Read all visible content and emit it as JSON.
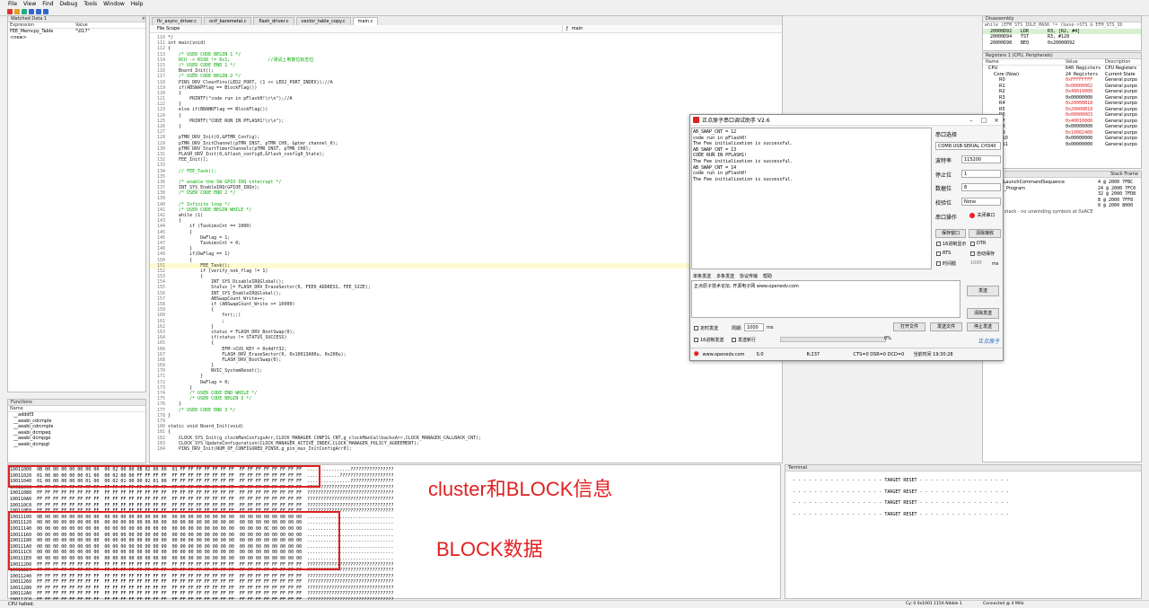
{
  "menu": [
    "File",
    "View",
    "Find",
    "Debug",
    "Tools",
    "Window",
    "Help"
  ],
  "watched": {
    "title": "Watched Data 1",
    "col_expression": "Expression",
    "col_value": "Value",
    "rows": [
      {
        "expr": "FEE_Memcpy_Table",
        "value": "\"\\017\""
      },
      {
        "expr": "<new>",
        "value": ""
      }
    ]
  },
  "functions": {
    "title": "Functions",
    "col_name": "Name",
    "items": [
      "__adddf3",
      "__aeabi_cdcmple",
      "__aeabi_cdrcmple",
      "__aeabi_dcmpeq",
      "__aeabi_dcmpge",
      "__aeabi_dcmpgt"
    ]
  },
  "tabs": [
    "flc_async_driver.c",
    "ocif_baremetal.c",
    "flash_driver.c",
    "vector_table_copy.c",
    "main.c"
  ],
  "scope": {
    "left": "File Scope",
    "right": "main"
  },
  "code": [
    {
      "n": "110",
      "t": "*/",
      "c": false
    },
    {
      "n": "111",
      "t": "int main(void)",
      "c": false
    },
    {
      "n": "112",
      "t": "{",
      "c": false
    },
    {
      "n": "113",
      "t": "    /* USER CODE BEGIN 1 */",
      "c": true
    },
    {
      "n": "114",
      "t": "    RCU -> RSSR != 0x1;              //测试上电复位标志位",
      "c": true
    },
    {
      "n": "115",
      "t": "    /* USER CODE END 1 */",
      "c": true
    },
    {
      "n": "116",
      "t": "    Board_Init();",
      "c": false
    },
    {
      "n": "117",
      "t": "    /* USER CODE BEGIN 2 */",
      "c": true
    },
    {
      "n": "118",
      "t": "    PINS_DRV_ClearPins(LED2_PORT, (1 << LED2_PORT_INDEX));//A",
      "c": false
    },
    {
      "n": "119",
      "t": "    if(ABSWAPFlag == BlockFlag())",
      "c": false
    },
    {
      "n": "120",
      "t": "    {",
      "c": false
    },
    {
      "n": "121",
      "t": "        PRINTF(\"code run in pFlash0!\\r\\n\");//A",
      "c": false
    },
    {
      "n": "122",
      "t": "    }",
      "c": false
    },
    {
      "n": "123",
      "t": "    else if(BBANKFlag == BlockFlag())",
      "c": false
    },
    {
      "n": "124",
      "t": "    {",
      "c": false
    },
    {
      "n": "125",
      "t": "        PRINTF(\"CODE RUN IN PFLASH1!\\r\\n\");",
      "c": false
    },
    {
      "n": "126",
      "t": "    }",
      "c": false
    },
    {
      "n": "127",
      "t": "",
      "c": false
    },
    {
      "n": "128",
      "t": "    pTMR_DRV_Init(0,&PTMR_Config);",
      "c": false
    },
    {
      "n": "129",
      "t": "    pTMR_DRV_InitChannel(pTMR_INST, pTMR_CH0, &ptmr_channel_0);",
      "c": false
    },
    {
      "n": "130",
      "t": "    pTMR_DRV_StartTimerChannels(pTMR_INST, pTMR_CH0);",
      "c": false
    },
    {
      "n": "131",
      "t": "    FLASH_DRV_Init(0,&flash_config0,&flash_config0_State);",
      "c": false
    },
    {
      "n": "132",
      "t": "    FEE_Init();",
      "c": false
    },
    {
      "n": "133",
      "t": "",
      "c": false
    },
    {
      "n": "134",
      "t": "    // FEE_Task();",
      "c": true
    },
    {
      "n": "135",
      "t": "",
      "c": false
    },
    {
      "n": "136",
      "t": "    /* enable the SW GPIO IRQ interrupt */",
      "c": true
    },
    {
      "n": "137",
      "t": "    INT_SYS_EnableIRQ(GPIOE_IRQn);",
      "c": false
    },
    {
      "n": "138",
      "t": "    /* USER CODE END 2 */",
      "c": true
    },
    {
      "n": "139",
      "t": "",
      "c": false
    },
    {
      "n": "140",
      "t": "    /* Infinite loop */",
      "c": true
    },
    {
      "n": "141",
      "t": "    /* USER CODE BEGIN WHILE */",
      "c": true
    },
    {
      "n": "142",
      "t": "    while (1)",
      "c": false
    },
    {
      "n": "143",
      "t": "    {",
      "c": false
    },
    {
      "n": "144",
      "t": "        if (TaskimsCnt == 1000)",
      "c": false
    },
    {
      "n": "145",
      "t": "        {",
      "c": false
    },
    {
      "n": "146",
      "t": "            DwFlag = 1;",
      "c": false
    },
    {
      "n": "147",
      "t": "            TaskimsCnt = 0;",
      "c": false
    },
    {
      "n": "148",
      "t": "        }",
      "c": false
    },
    {
      "n": "149",
      "t": "        if(DwFlag == 1)",
      "c": false
    },
    {
      "n": "150",
      "t": "        {",
      "c": false
    },
    {
      "n": "151",
      "t": "            FEE_Task();",
      "c": false,
      "hl": true
    },
    {
      "n": "152",
      "t": "            if (verify_nok_flag != 1)",
      "c": false
    },
    {
      "n": "153",
      "t": "            {",
      "c": false
    },
    {
      "n": "154",
      "t": "                INT_SYS_DisableIRQGlobal();",
      "c": false
    },
    {
      "n": "155",
      "t": "                Status |= FLASH_DRV_EraseSector(0, FEE0_ADDRESS, FEE_SIZE);",
      "c": false
    },
    {
      "n": "156",
      "t": "                INT_SYS_EnableIRQGlobal();",
      "c": false
    },
    {
      "n": "157",
      "t": "                ABSwapCount_Write++;",
      "c": false
    },
    {
      "n": "158",
      "t": "                if (ABSwapCount_Write >= 10000)",
      "c": false
    },
    {
      "n": "159",
      "t": "                {",
      "c": false
    },
    {
      "n": "160",
      "t": "                    for(;;)",
      "c": false
    },
    {
      "n": "161",
      "t": "                    ;",
      "c": false
    },
    {
      "n": "162",
      "t": "                }",
      "c": false
    },
    {
      "n": "163",
      "t": "                status = FLASH_DRV_BootSwap(0);",
      "c": false
    },
    {
      "n": "164",
      "t": "                if(status != STATUS_SUCCESS)",
      "c": false
    },
    {
      "n": "165",
      "t": "                {",
      "c": false
    },
    {
      "n": "166",
      "t": "                    EFM->CUS_KEY = 0x4dff32;",
      "c": false
    },
    {
      "n": "167",
      "t": "                    FLASH_DRV_EraseSector(0, 0x10013A00u, 0x200u);",
      "c": false
    },
    {
      "n": "168",
      "t": "                    FLASH_DRV_BootSwap(0);",
      "c": false
    },
    {
      "n": "169",
      "t": "                }",
      "c": false
    },
    {
      "n": "170",
      "t": "                NVIC_SystemReset();",
      "c": false
    },
    {
      "n": "171",
      "t": "            }",
      "c": false
    },
    {
      "n": "172",
      "t": "            DwFlag = 0;",
      "c": false
    },
    {
      "n": "173",
      "t": "        }",
      "c": false
    },
    {
      "n": "174",
      "t": "        /* USER CODE END WHILE */",
      "c": true
    },
    {
      "n": "175",
      "t": "        /* USER CODE BEGIN 3 */",
      "c": true
    },
    {
      "n": "176",
      "t": "    }",
      "c": false
    },
    {
      "n": "177",
      "t": "    /* USER CODE END 3 */",
      "c": true
    },
    {
      "n": "178",
      "t": "}",
      "c": false
    },
    {
      "n": "179",
      "t": "",
      "c": false
    },
    {
      "n": "180",
      "t": "static void Board_Init(void)",
      "c": false
    },
    {
      "n": "181",
      "t": "{",
      "c": false
    },
    {
      "n": "182",
      "t": "    CLOCK_SYS_Init(g_clockManConfigsArr,CLOCK_MANAGER_CONFIG_CNT,g_clockManCallbacksArr,CLOCK_MANAGER_CALLBACK_CNT);",
      "c": false
    },
    {
      "n": "183",
      "t": "    CLOCK_SYS_UpdateConfiguration(CLOCK_MANAGER_ACTIVE_INDEX,CLOCK_MANAGER_POLICY_AGREEMENT);",
      "c": false
    },
    {
      "n": "184",
      "t": "    PINS_DRV_Init(NUM_OF_CONFIGURED_PINS0,g_pin_mux_InitConfigArr0);",
      "c": false
    }
  ],
  "disasm": {
    "title": "Disassembly",
    "header": "while (EFM_STS_IDLE_MASK != (base->STS & EFM_STS_ID",
    "rows": [
      {
        "addr": "20000D92",
        "op": "LDR",
        "args": "R3, [R2, #4]"
      },
      {
        "addr": "20000D94",
        "op": "TST",
        "args": "R3, #128"
      },
      {
        "addr": "20000D98",
        "op": "BEQ",
        "args": "0x20000D92"
      }
    ]
  },
  "registers": {
    "title": "Registers 1 (CPU, Peripherals)",
    "col_name": "Name",
    "col_value": "Value",
    "col_desc": "Description",
    "rows": [
      {
        "name": "CPU",
        "value": "640 Registers",
        "desc": "CPU Registers",
        "red": false
      },
      {
        "name": "Core (Now)",
        "value": "24 Registers",
        "desc": "Current State",
        "red": false
      },
      {
        "name": "R0",
        "value": "0xFFFFFFFF",
        "desc": "General purpo",
        "red": true
      },
      {
        "name": "R1",
        "value": "0x00000002",
        "desc": "General purpo",
        "red": true
      },
      {
        "name": "R2",
        "value": "0x40010000",
        "desc": "General purpo",
        "red": true
      },
      {
        "name": "R3",
        "value": "0x00000000",
        "desc": "General purpo",
        "red": false
      },
      {
        "name": "R4",
        "value": "0x20000B18",
        "desc": "General purpo",
        "red": true
      },
      {
        "name": "R5",
        "value": "0x20000B18",
        "desc": "General purpo",
        "red": true
      },
      {
        "name": "R6",
        "value": "0x00000003",
        "desc": "General purpo",
        "red": true
      },
      {
        "name": "R7",
        "value": "0x40010000",
        "desc": "General purpo",
        "red": true
      },
      {
        "name": "R8",
        "value": "0x00000000",
        "desc": "General purpo",
        "red": false
      },
      {
        "name": "R9",
        "value": "0x10002400",
        "desc": "General purpo",
        "red": true
      },
      {
        "name": "R10",
        "value": "0x00000000",
        "desc": "General purpo",
        "red": false
      },
      {
        "name": "R11",
        "value": "0x00000000",
        "desc": "General purpo",
        "red": false
      }
    ]
  },
  "callstack": {
    "col_stack": "Stack Frame",
    "rows": [
      {
        "fn": "_LaunchCommandSequence",
        "v": "4 @ 2000 7FBC"
      },
      {
        "fn": "V_Program",
        "v": "24 @ 2000 7FC0"
      },
      {
        "fn": "",
        "v": "32 @ 2000 7FD8"
      },
      {
        "fn": "",
        "v": "8 @ 2000 7FF8"
      },
      {
        "fn": "",
        "v": "0 @ 2000 8000"
      }
    ],
    "note": "stack - no unwinding symbols at 0xACE"
  },
  "serial": {
    "title": "正点原子串口调试助手 V2.6",
    "lines": [
      "AB_SWAP_CNT = 12",
      "code run in pFlash0!",
      "The Fee initialization is successful.",
      "AB_SWAP_CNT = 13",
      "CODE RUN IN PFLASH1!",
      "The Fee initialization is successful.",
      "AB_SWAP_CNT = 14",
      "code run in pFlash0!",
      "The Fee initialization is successful."
    ],
    "port_label": "串口选择",
    "port_value": "COM8:USB-SERIAL CH340",
    "baud_label": "波特率",
    "baud_value": "115200",
    "stop_label": "停止位",
    "stop_value": "1",
    "data_label": "数据位",
    "data_value": "8",
    "parity_label": "校验位",
    "parity_value": "None",
    "op_label": "串口操作",
    "close_btn": "关闭串口",
    "save_btn": "保存窗口",
    "clear_btn": "清除接收",
    "hex_show": "16进制显示",
    "dtr": "DTR",
    "rts": "RTS",
    "auto_save": "自动保存",
    "timestamp": "时间戳",
    "ts_value": "1000",
    "ts_unit": "ms",
    "send_tabs": [
      "单条发送",
      "多条发送",
      "协议传输",
      "帮助"
    ],
    "send_text": "正点原子技术论坛: 开源电子网 www.openedv.com",
    "send_btn": "发送",
    "clear_send_btn": "清除发送",
    "timed_send": "定时发送",
    "period_label": "周期:",
    "period_value": "1000",
    "period_unit": "ms",
    "open_file": "打开文件",
    "send_file": "发送文件",
    "stop_send": "停止发送",
    "hex_send": "16进制发送",
    "send_newline": "发送新行",
    "progress_pct": "0%",
    "progress": 0,
    "website_link": "正点原子",
    "status_web": "www.openedv.com",
    "status_s": "S:0",
    "status_r": "R:237",
    "status_lines": "CTS=0 DSR=0 DCD=0",
    "status_time": "当前时间 19:30:28"
  },
  "memory": {
    "rows": [
      "10011000  0B 00 00 00 00 00 00 00  00 02 00 00 0B 02 00 00  01 FF FF FF FF FF FF FF  FF FF FF FF FF FF FF FF  ................????????????????",
      "10011020  01 00 80 00 00 00 01 00  00 02 00 00 FF FF FF FF  FF FF FF FF FF FF FF FF  FF FF FF FF FF FF FF FF  ............????????????????????",
      "10011040  01 00 00 00 00 00 01 00  00 02 01 00 00 02 01 00  FF FF FF FF FF FF FF FF  FF FF FF FF FF FF FF FF  ................????????????????",
      "10011060  FF FF FF FF FF FF FF FF  FF FF FF FF FF FF FF FF  FF FF FF FF FF FF FF FF  FF FF FF FF FF FF FF FF  ????????????????????????????????",
      "10011080  FF FF FF FF FF FF FF FF  FF FF FF FF FF FF FF FF  FF FF FF FF FF FF FF FF  FF FF FF FF FF FF FF FF  ????????????????????????????????",
      "100110A0  FF FF FF FF FF FF FF FF  FF FF FF FF FF FF FF FF  FF FF FF FF FF FF FF FF  FF FF FF FF FF FF FF FF  ????????????????????????????????",
      "100110C0  FF FF FF FF FF FF FF FF  FF FF FF FF FF FF FF FF  FF FF FF FF FF FF FF FF  FF FF FF FF FF FF FF FF  ????????????????????????????????",
      "100110E0  FF FF FF FF FF FF FF FF  FF FF FF FF FF FF FF FF  FF FF FF FF FF FF FF FF  FF FF FF FF FF FF FF FF  ????????????????????????????????",
      "10011100  0B 00 00 00 00 00 00 00  00 00 00 00 00 00 00 00  00 00 00 00 00 00 00 00  00 00 00 00 00 00 00 00  ................................",
      "10011120  00 00 00 00 00 00 00 00  00 00 00 00 00 00 00 00  00 00 00 00 00 00 00 00  00 00 00 00 00 00 00 00  ................................",
      "10011140  00 00 00 00 00 00 00 00  00 00 00 00 00 00 00 00  00 00 00 00 00 00 00 00  00 00 00 0C 00 00 00 00  ................................",
      "10011160  00 00 00 00 00 00 00 00  00 00 00 00 00 00 00 00  00 00 00 00 00 00 00 00  00 00 00 00 00 00 00 00  ................................",
      "10011180  00 00 00 00 00 00 00 00  00 00 00 00 00 00 00 00  00 00 00 00 00 00 00 00  00 00 00 00 00 00 00 00  ................................",
      "100111A0  00 00 00 00 00 00 00 00  00 00 00 00 00 00 00 00  00 00 00 00 00 00 00 00  00 00 00 00 00 00 00 00  ................................",
      "100111C0  00 00 00 00 00 00 00 00  00 00 00 00 00 00 00 00  00 00 00 00 00 00 00 00  00 00 00 00 00 00 00 00  ................................",
      "100111E0  00 00 00 00 00 00 00 00  00 00 00 00 00 00 00 00  00 00 00 00 00 00 00 00  00 00 00 00 00 00 00 00  ................................",
      "10011200  FF FF FF FF FF FF FF FF  FF FF FF FF FF FF FF FF  FF FF FF FF FF FF FF FF  FF FF FF FF FF FF FF FF  ????????????????????????????????",
      "10011220  FF FF FF FF FF FF FF FF  FF FF FF FF FF FF FF FF  FF FF FF FF FF FF FF FF  FF FF FF FF FF FF FF FF  ????????????????????????????????",
      "10011240  FF FF FF FF FF FF FF FF  FF FF FF FF FF FF FF FF  FF FF FF FF FF FF FF FF  FF FF FF FF FF FF FF FF  ????????????????????????????????",
      "10011260  FF FF FF FF FF FF FF FF  FF FF FF FF FF FF FF FF  FF FF FF FF FF FF FF FF  FF FF FF FF FF FF FF FF  ????????????????????????????????",
      "10011280  FF FF FF FF FF FF FF FF  FF FF FF FF FF FF FF FF  FF FF FF FF FF FF FF FF  FF FF FF FF FF FF FF FF  ????????????????????????????????",
      "100112A0  FF FF FF FF FF FF FF FF  FF FF FF FF FF FF FF FF  FF FF FF FF FF FF FF FF  FF FF FF FF FF FF FF FF  ????????????????????????????????",
      "100112C0  FF FF FF FF FF FF FF FF  FF FF FF FF FF FF FF FF  FF FF FF FF FF FF FF FF  FF FF FF FF FF FF FF FF  ????????????????????????????????"
    ]
  },
  "terminal": {
    "title": "Terminal",
    "lines": [
      "- - - - - - - - - - - - - - - - - TARGET RESET - - - - - - - - - - - - - - - - -",
      "- - - - - - - - - - - - - - - - - TARGET RESET - - - - - - - - - - - - - - - - -",
      "- - - - - - - - - - - - - - - - - TARGET RESET - - - - - - - - - - - - - - - - -",
      "- - - - - - - - - - - - - - - - - TARGET RESET - - - - - - - - - - - - - - - - -"
    ]
  },
  "annotations": {
    "cluster": "cluster和BLOCK信息",
    "block": "BLOCK数据"
  },
  "statusbar": {
    "left": "CPU halted.",
    "cy": "Cy: 0 0x1001 115A Nibble 1",
    "connected": "Connected @ 4 MHz"
  },
  "colors": {
    "annotation": "#e02020",
    "accent": "#1a66cc"
  }
}
